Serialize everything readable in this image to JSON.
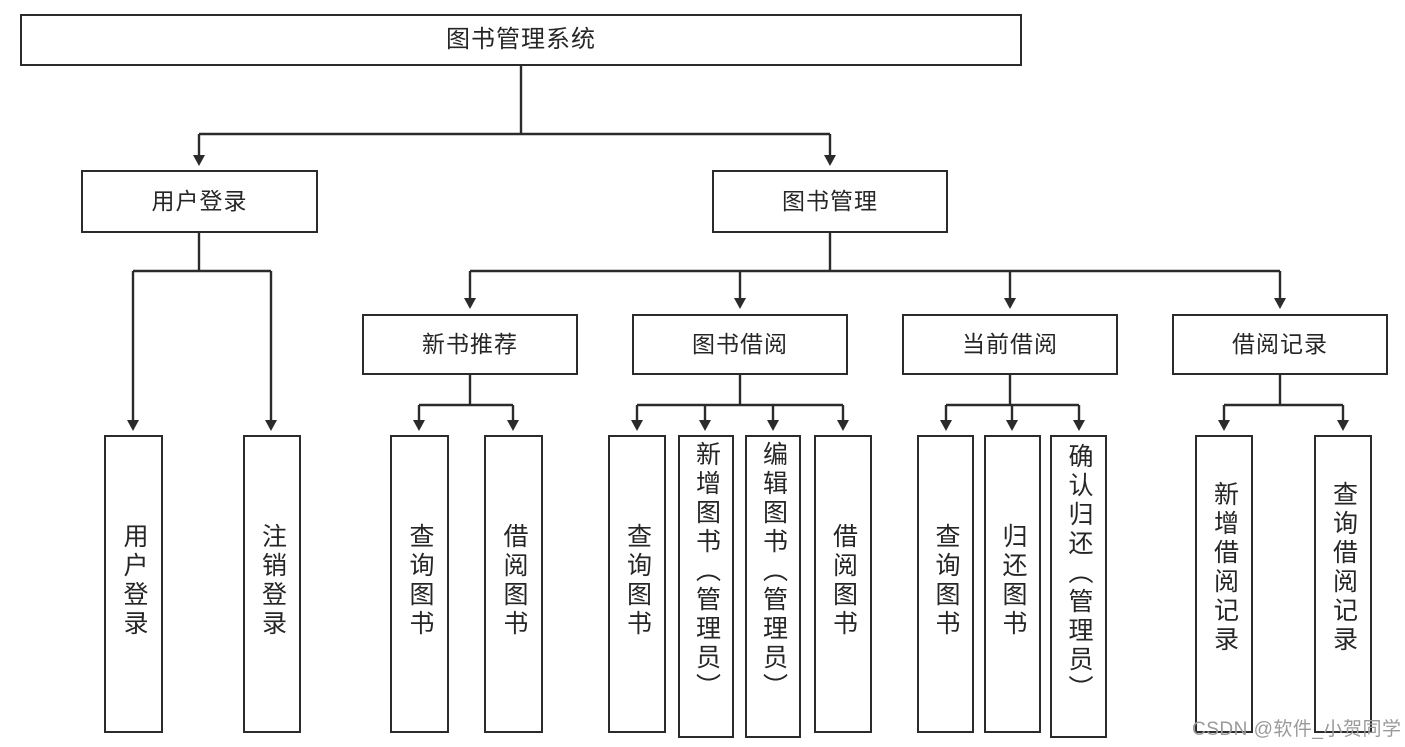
{
  "diagram": {
    "type": "tree-hierarchy-functional-structure",
    "title": "图书管理系统",
    "watermark": "CSDN @软件_小贺同学",
    "colors": {
      "border": "#2b2b2b",
      "background": "#ffffff",
      "text": "#262626",
      "watermark": "#9a9a9a"
    },
    "nodes": {
      "root": {
        "label": "图书管理系统"
      },
      "level1": [
        {
          "id": "user-login",
          "label": "用户登录"
        },
        {
          "id": "book-manage",
          "label": "图书管理"
        }
      ],
      "level2": [
        {
          "id": "new-book-recommend",
          "label": "新书推荐"
        },
        {
          "id": "book-borrow",
          "label": "图书借阅"
        },
        {
          "id": "current-borrow",
          "label": "当前借阅"
        },
        {
          "id": "borrow-record",
          "label": "借阅记录"
        }
      ],
      "leaves": {
        "user-login": [
          {
            "id": "leaf-user-login",
            "label": "用户登录"
          },
          {
            "id": "leaf-logout",
            "label": "注销登录"
          }
        ],
        "new-book-recommend": [
          {
            "id": "leaf-query-book-1",
            "label": "查询图书"
          },
          {
            "id": "leaf-borrow-book-1",
            "label": "借阅图书"
          }
        ],
        "book-borrow": [
          {
            "id": "leaf-query-book-2",
            "label": "查询图书"
          },
          {
            "id": "leaf-add-book",
            "label": "新增图书（管理员）"
          },
          {
            "id": "leaf-edit-book",
            "label": "编辑图书（管理员）"
          },
          {
            "id": "leaf-borrow-book-2",
            "label": "借阅图书"
          }
        ],
        "current-borrow": [
          {
            "id": "leaf-query-book-3",
            "label": "查询图书"
          },
          {
            "id": "leaf-return-book",
            "label": "归还图书"
          },
          {
            "id": "leaf-confirm-return",
            "label": "确认归还（管理员）"
          }
        ],
        "borrow-record": [
          {
            "id": "leaf-add-record",
            "label": "新增借阅记录"
          },
          {
            "id": "leaf-query-record",
            "label": "查询借阅记录"
          }
        ]
      }
    }
  }
}
